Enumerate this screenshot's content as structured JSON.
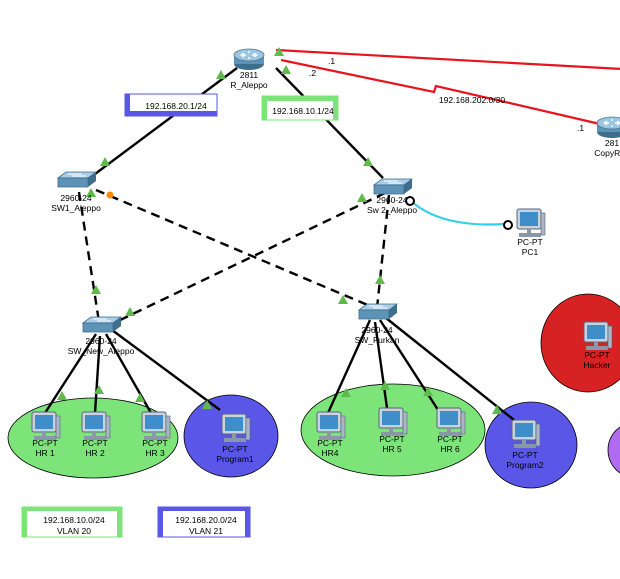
{
  "colors": {
    "wan_link": "#e8141c",
    "trunk_link": "#000000",
    "console_link": "#2fd0e8",
    "link_up": "#5fb94b",
    "link_pending": "#ff8a00",
    "vlan20": "#7de47a",
    "vlan21": "#5a56e8",
    "hacker": "#d62222",
    "purple_edge": "#b06cf0",
    "label_box_border": "#000000"
  },
  "devices": {
    "router_main": {
      "model": "2811",
      "name": "R_Aleppo",
      "icon": "router-icon"
    },
    "router_copy": {
      "model": "281",
      "name": "CopyRou",
      "icon": "router-icon"
    },
    "sw1": {
      "model": "2960-24",
      "name": "SW1_Aleppo",
      "icon": "switch-icon"
    },
    "sw2": {
      "model": "2960-24",
      "name": "Sw 2_Aleppo",
      "icon": "switch-icon"
    },
    "sw_new": {
      "model": "2960-24",
      "name": "SW_New_Aleppo",
      "icon": "switch-icon"
    },
    "sw_furkan": {
      "model": "2960-24",
      "name": "SW_Furkan",
      "icon": "switch-icon"
    },
    "pc1": {
      "type": "PC-PT",
      "name": "PC1",
      "icon": "pc-icon"
    },
    "hr1": {
      "type": "PC-PT",
      "name": "HR 1",
      "icon": "pc-icon"
    },
    "hr2": {
      "type": "PC-PT",
      "name": "HR 2",
      "icon": "pc-icon"
    },
    "hr3": {
      "type": "PC-PT",
      "name": "HR 3",
      "icon": "pc-icon"
    },
    "program1": {
      "type": "PC-PT",
      "name": "Program1",
      "icon": "pc-icon"
    },
    "hr4": {
      "type": "PC-PT",
      "name": "HR4",
      "icon": "pc-icon"
    },
    "hr5": {
      "type": "PC-PT",
      "name": "HR 5",
      "icon": "pc-icon"
    },
    "hr6": {
      "type": "PC-PT",
      "name": "HR 6",
      "icon": "pc-icon"
    },
    "program2": {
      "type": "PC-PT",
      "name": "Program2",
      "icon": "pc-icon"
    },
    "hacker": {
      "type": "PC-PT",
      "name": "Hacker",
      "icon": "pc-icon"
    }
  },
  "notes": {
    "gw_vlan21": "192.168.20.1/24",
    "gw_vlan20": "192.168.10.1/24",
    "wan_net": "192.168.202.0/30",
    "vlan20_net": "192.168.10.0/24",
    "vlan20_name": "VLAN 20",
    "vlan21_net": "192.168.20.0/24",
    "vlan21_name": "VLAN 21"
  },
  "link_labels": {
    "dot1_top": ".1",
    "dot2": ".2",
    "dot1_copy": ".1"
  }
}
